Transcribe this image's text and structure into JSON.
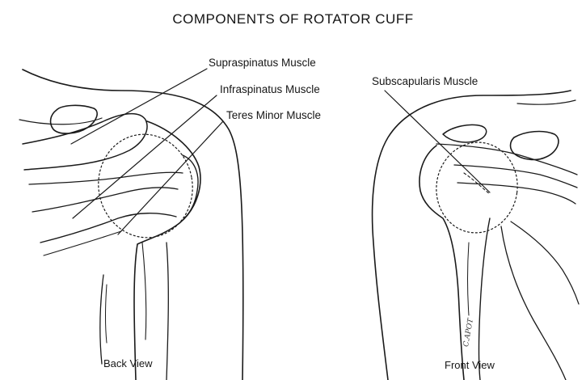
{
  "diagram": {
    "title": "COMPONENTS OF ROTATOR CUFF",
    "back_view": {
      "caption": "Back View",
      "labels": {
        "supraspinatus": "Supraspinatus Muscle",
        "infraspinatus": "Infraspinatus Muscle",
        "teres_minor": "Teres Minor Muscle"
      }
    },
    "front_view": {
      "caption": "Front View",
      "labels": {
        "subscapularis": "Subscapularis Muscle"
      },
      "artist_signature": "C.APOT"
    }
  }
}
